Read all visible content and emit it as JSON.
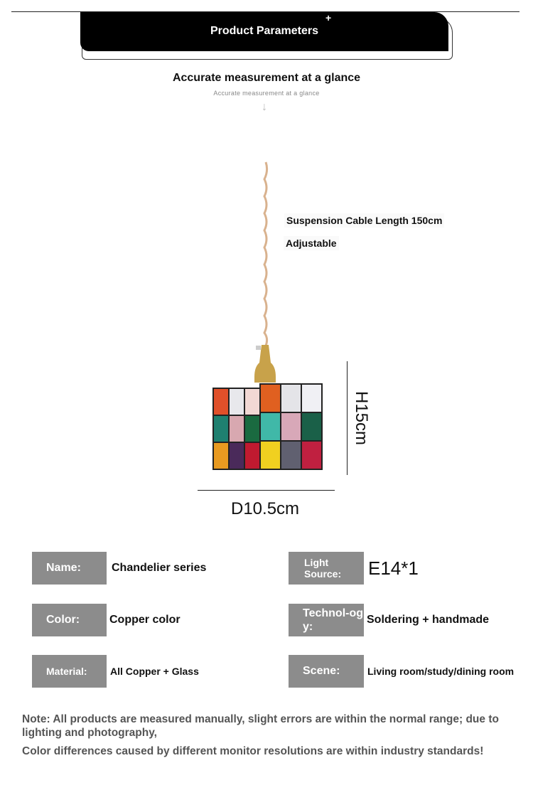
{
  "header": {
    "title": "Product Parameters",
    "plus": "+"
  },
  "subtitle": {
    "main": "Accurate measurement at a glance",
    "small": "Accurate measurement at a glance",
    "arrow": "↓"
  },
  "product": {
    "cable_label": "Suspension Cable Length 150cm",
    "adjustable_label": "Adjustable",
    "height_label": "H15cm",
    "diameter_label": "D10.5cm"
  },
  "specs": [
    {
      "key": "Name:",
      "value": "Chandelier series"
    },
    {
      "key": "Light Source:",
      "value": "E14*1"
    },
    {
      "key": "Color:",
      "value": "Copper color"
    },
    {
      "key": "Technol-ogy:",
      "value": "Soldering + handmade"
    },
    {
      "key": "Material:",
      "value": "All Copper + Glass"
    },
    {
      "key": "Scene:",
      "value": "Living room/study/dining room"
    }
  ],
  "note": {
    "line1": "Note: All products are measured manually, slight errors are within the normal range; due to lighting and photography,",
    "line2": "Color differences caused by different monitor resolutions are within industry standards!"
  }
}
